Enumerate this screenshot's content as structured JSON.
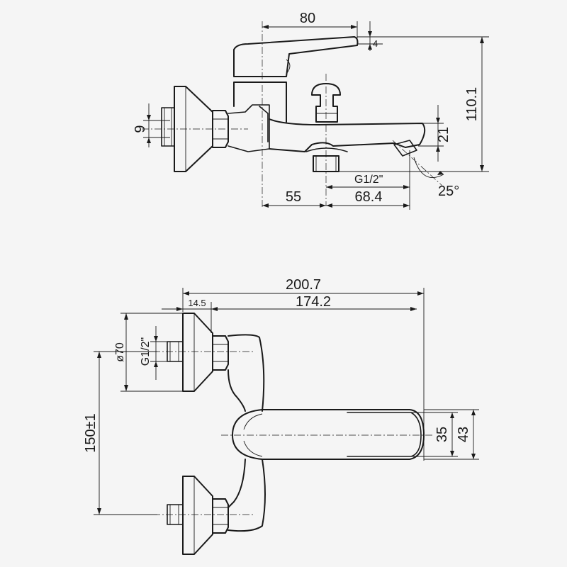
{
  "top_view": {
    "dim_handle_length": "80",
    "dim_handle_tilt": "4",
    "dim_total_height": "110.1",
    "dim_outlet_height": "21",
    "dim_pipe_height": "9",
    "dim_offset_left": "55",
    "dim_offset_right": "68.4",
    "thread_label": "G1/2\"",
    "angle_label": "25°"
  },
  "front_view": {
    "dim_total_length": "200.7",
    "dim_wall_offset": "14.5",
    "dim_body_length": "174.2",
    "dim_flange_diameter": "ø70",
    "thread_label": "G1/2\"",
    "dim_centers": "150±1",
    "dim_handle_width_inner": "35",
    "dim_handle_width_outer": "43"
  }
}
